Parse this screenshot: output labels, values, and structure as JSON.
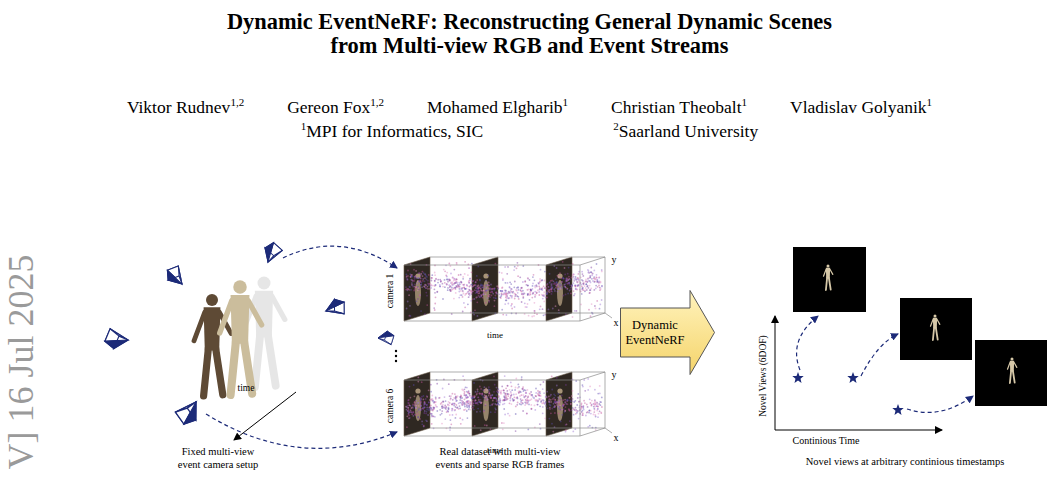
{
  "diagram": {
    "title": "Dynamic EventNeRF: Reconstructing General Dynamic Scenes from Multi-view RGB and Event Streams",
    "nodes": [
      {
        "text": [
          "camera 1",
          "time",
          "y",
          "x"
        ]
      },
      {
        "text": [
          "camera 6",
          "time",
          "y",
          "x"
        ]
      },
      {
        "text": [
          "Dynamic EventNeRF"
        ]
      }
    ],
    "labels": [
      "V] 16 Jul 2025",
      "Viktor Rudnev",
      "1,2",
      "Gereon Fox",
      "1,2",
      "Mohamed Elgharib",
      "1",
      "Christian Theobalt",
      "1",
      "Vladislav Golyanik",
      "1",
      "1",
      "MPI for Informatics, SIC",
      "2",
      "Saarland University",
      "time",
      "Fixed multi-view event camera setup",
      "Real dataset with multi-view events and sparse RGB frames",
      "Novel Views (6DOF)",
      "Continious Time",
      "Novel views at arbitrary continious timestamps"
    ]
  }
}
